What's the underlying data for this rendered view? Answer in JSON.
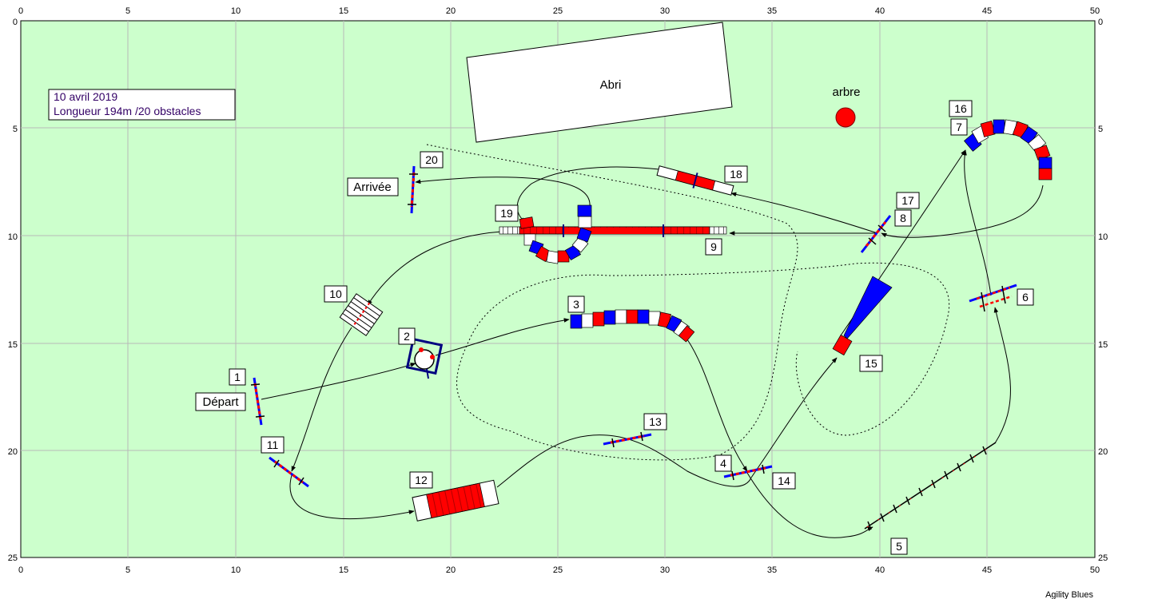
{
  "info": {
    "date": "10 avril 2019",
    "length": "Longueur 194m /20 obstacles"
  },
  "labels": {
    "shelter": "Abri",
    "tree": "arbre",
    "start": "Départ",
    "finish": "Arrivée",
    "credit": "Agility Blues"
  },
  "axes": {
    "x_ticks": [
      "0",
      "5",
      "10",
      "15",
      "20",
      "25",
      "30",
      "35",
      "40",
      "45",
      "50"
    ],
    "y_ticks": [
      "0",
      "5",
      "10",
      "15",
      "20",
      "25"
    ]
  },
  "numbers": {
    "n1": "1",
    "n2": "2",
    "n3": "3",
    "n4": "4",
    "n5": "5",
    "n6": "6",
    "n7": "7",
    "n8": "8",
    "n9": "9",
    "n10": "10",
    "n11": "11",
    "n12": "12",
    "n13": "13",
    "n14": "14",
    "n15": "15",
    "n16": "16",
    "n17": "17",
    "n18": "18",
    "n19": "19",
    "n20": "20"
  },
  "colors": {
    "field": "#ccffcc",
    "grid": "#b8b8b8",
    "red": "#ff0000",
    "blue": "#0000ff",
    "tree": "#ff0000"
  }
}
